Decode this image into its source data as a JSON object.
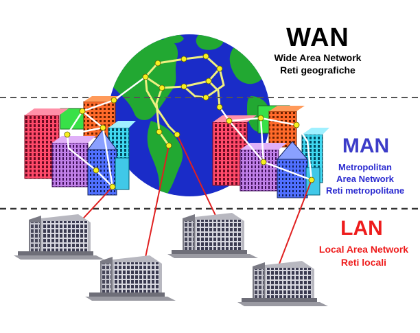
{
  "wan": {
    "title": "WAN",
    "subtitle_en": "Wide Area Network",
    "subtitle_it": "Reti geografiche"
  },
  "man": {
    "title": "MAN",
    "line1": "Metropolitan",
    "line2": "Area Network",
    "line3": "Reti metropolitane"
  },
  "lan": {
    "title": "LAN",
    "subtitle_en": "Local Area Network",
    "subtitle_it": "Reti locali"
  },
  "colors": {
    "ocean": "#1a2cc8",
    "land": "#22a832",
    "wan_link": "#f0f080",
    "node": "#f8f020",
    "man_link": "#ffffff",
    "lan_link": "#e02020",
    "divider": "#555555",
    "man_text": "#2b2bd0",
    "lan_text": "#ee1c1c"
  }
}
